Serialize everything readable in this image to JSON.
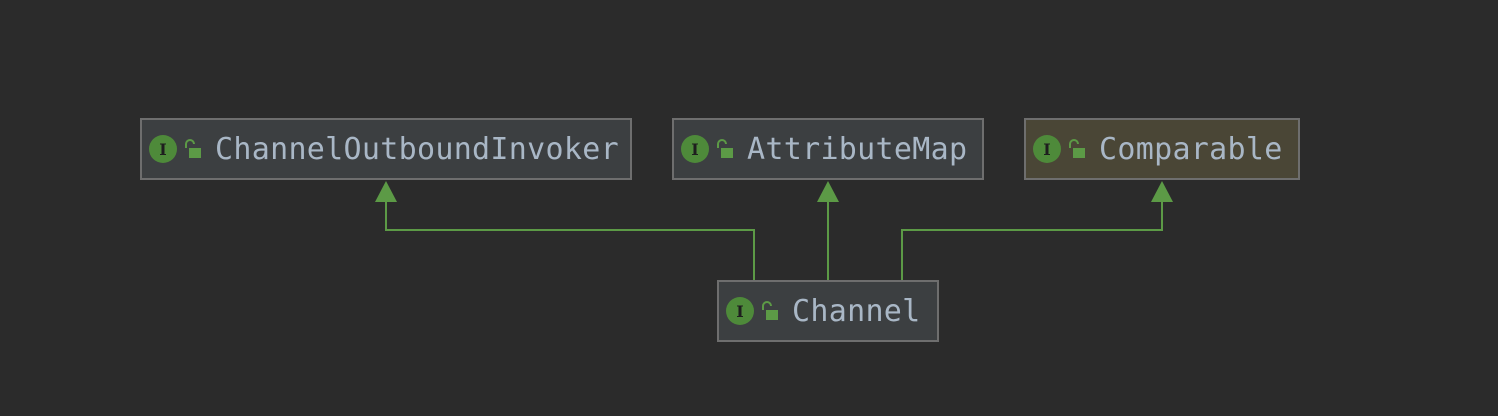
{
  "diagram": {
    "nodes": [
      {
        "id": "outbound",
        "label": "ChannelOutboundInvoker",
        "badge": "I",
        "icon": "unlocked-padlock-icon",
        "kind": "interface"
      },
      {
        "id": "attrmap",
        "label": "AttributeMap",
        "badge": "I",
        "icon": "unlocked-padlock-icon",
        "kind": "interface"
      },
      {
        "id": "comparable",
        "label": "Comparable",
        "badge": "I",
        "icon": "unlocked-padlock-icon",
        "kind": "external-interface"
      },
      {
        "id": "channel",
        "label": "Channel",
        "badge": "I",
        "icon": "unlocked-padlock-icon",
        "kind": "interface"
      }
    ],
    "edges": [
      {
        "from": "channel",
        "to": "outbound",
        "type": "extends"
      },
      {
        "from": "channel",
        "to": "attrmap",
        "type": "extends"
      },
      {
        "from": "channel",
        "to": "comparable",
        "type": "extends"
      }
    ],
    "colors": {
      "background": "#2b2b2b",
      "node_fill": "#3c3f41",
      "external_node_fill": "#4a4636",
      "border": "#6e6e6e",
      "edge": "#5c9a46",
      "badge": "#4e8a3a",
      "text": "#a9b7c6"
    }
  }
}
